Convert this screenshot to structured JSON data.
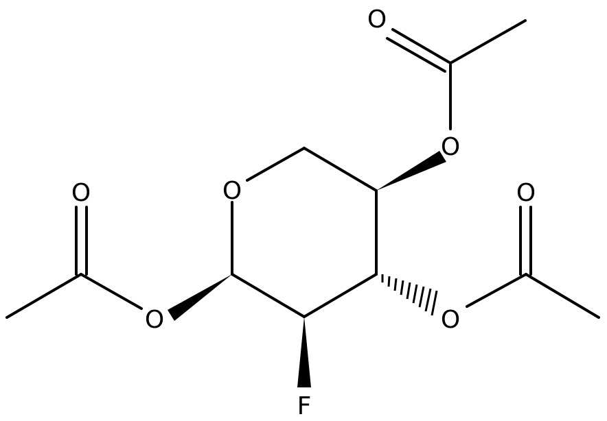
{
  "atoms": {
    "ring_oxygen": "O",
    "acetate1_ester_oxygen": "O",
    "acetate1_carbonyl_oxygen": "O",
    "acetate2_ester_oxygen": "O",
    "acetate2_carbonyl_oxygen": "O",
    "acetate3_ester_oxygen": "O",
    "acetate3_carbonyl_oxygen": "O",
    "fluorine": "F"
  },
  "colors": {
    "bond": "#000000",
    "label": "#000000",
    "background": "#ffffff"
  }
}
